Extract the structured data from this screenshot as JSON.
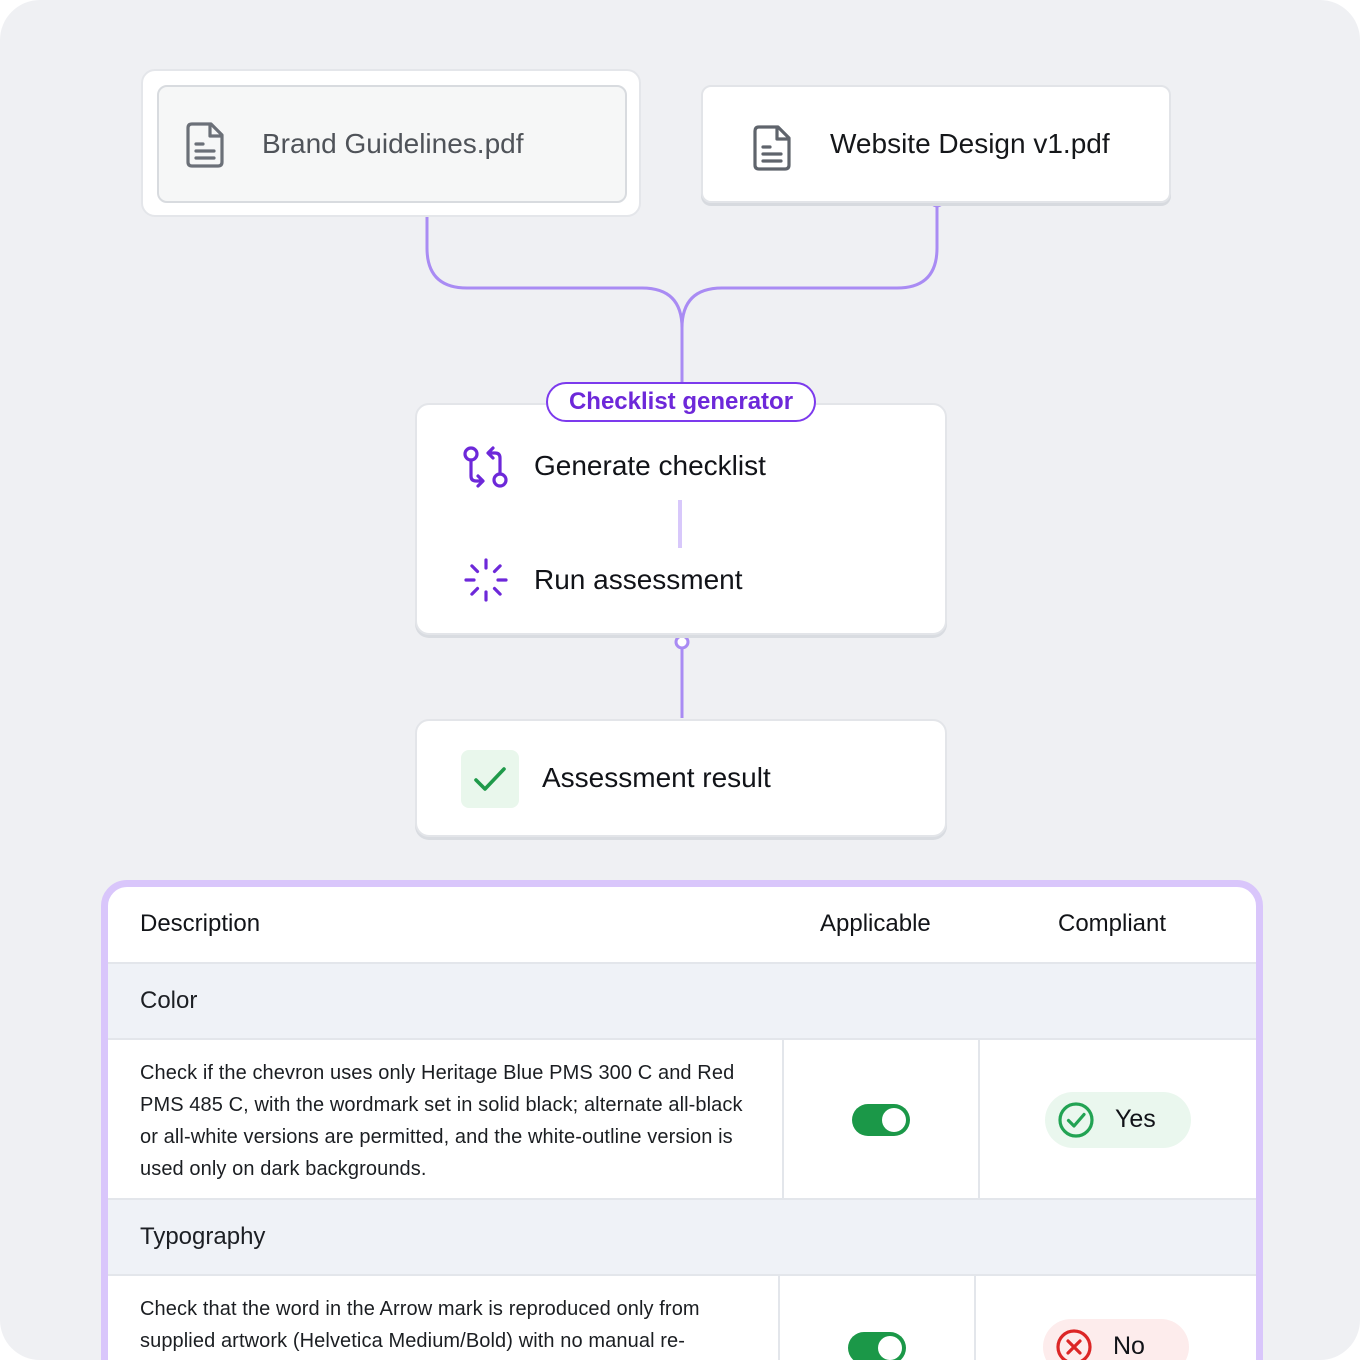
{
  "documents": [
    {
      "name": "Brand Guidelines.pdf",
      "icon": "document-icon",
      "state": "selected"
    },
    {
      "name": "Website Design v1.pdf",
      "icon": "document-icon",
      "state": "default"
    }
  ],
  "generator": {
    "badge": "Checklist generator",
    "steps": [
      {
        "label": "Generate checklist",
        "icon": "pull-request-icon"
      },
      {
        "label": "Run assessment",
        "icon": "loader-icon"
      }
    ]
  },
  "result": {
    "label": "Assessment result",
    "icon": "check-icon"
  },
  "table": {
    "headers": {
      "description": "Description",
      "applicable": "Applicable",
      "compliant": "Compliant"
    },
    "sections": [
      {
        "category": "Color",
        "rows": [
          {
            "description": "Check if the chevron uses only Heritage Blue PMS 300 C and Red PMS 485 C, with the wordmark set in solid black; alternate all-black or all-white versions are permitted, and the white-outline version is used only on dark backgrounds.",
            "applicable": true,
            "compliant": "Yes"
          }
        ]
      },
      {
        "category": "Typography",
        "rows": [
          {
            "description": "Check that the word in the Arrow mark is reproduced only from supplied artwork (Helvetica Medium/Bold) with no manual re-",
            "applicable": true,
            "compliant": "No"
          }
        ]
      }
    ]
  },
  "colors": {
    "accent": "#7c3aed",
    "connector": "#a78bfa",
    "frame": "#d9c6fb",
    "success": "#1b9848",
    "danger": "#dc2626"
  }
}
